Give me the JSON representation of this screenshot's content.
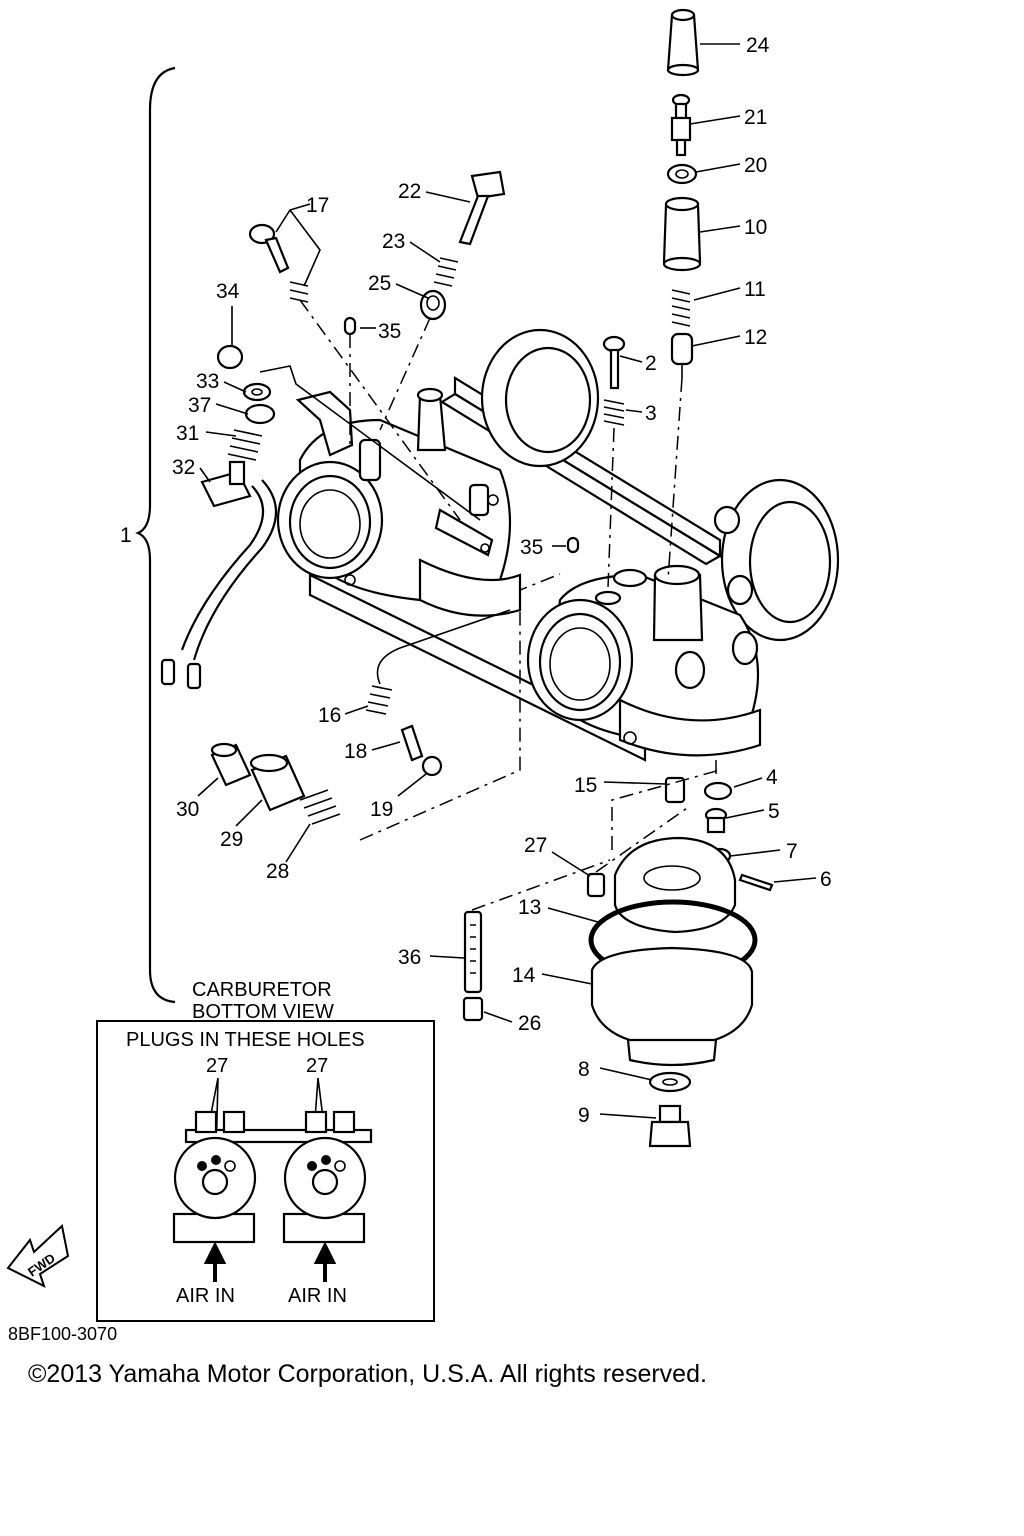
{
  "callouts": {
    "n1": "1",
    "n2": "2",
    "n3": "3",
    "n4": "4",
    "n5": "5",
    "n6": "6",
    "n7": "7",
    "n8": "8",
    "n9": "9",
    "n10": "10",
    "n11": "11",
    "n12": "12",
    "n13": "13",
    "n14": "14",
    "n15": "15",
    "n16": "16",
    "n17": "17",
    "n18": "18",
    "n19": "19",
    "n20": "20",
    "n21": "21",
    "n22": "22",
    "n23": "23",
    "n24": "24",
    "n25": "25",
    "n26": "26",
    "n27a": "27",
    "n28": "28",
    "n29": "29",
    "n30": "30",
    "n31": "31",
    "n32": "32",
    "n33": "33",
    "n34": "34",
    "n35a": "35",
    "n35b": "35",
    "n36": "36",
    "n37": "37"
  },
  "inset": {
    "heading_line1": "CARBURETOR",
    "heading_line2": "BOTTOM VIEW",
    "subheading": "PLUGS IN THESE HOLES",
    "plug_label_left": "27",
    "plug_label_right": "27",
    "air_left": "AIR IN",
    "air_right": "AIR IN"
  },
  "fwd_badge": "FWD",
  "diagram_code": "8BF100-3070",
  "copyright": "©2013 Yamaha Motor Corporation, U.S.A. All rights reserved."
}
